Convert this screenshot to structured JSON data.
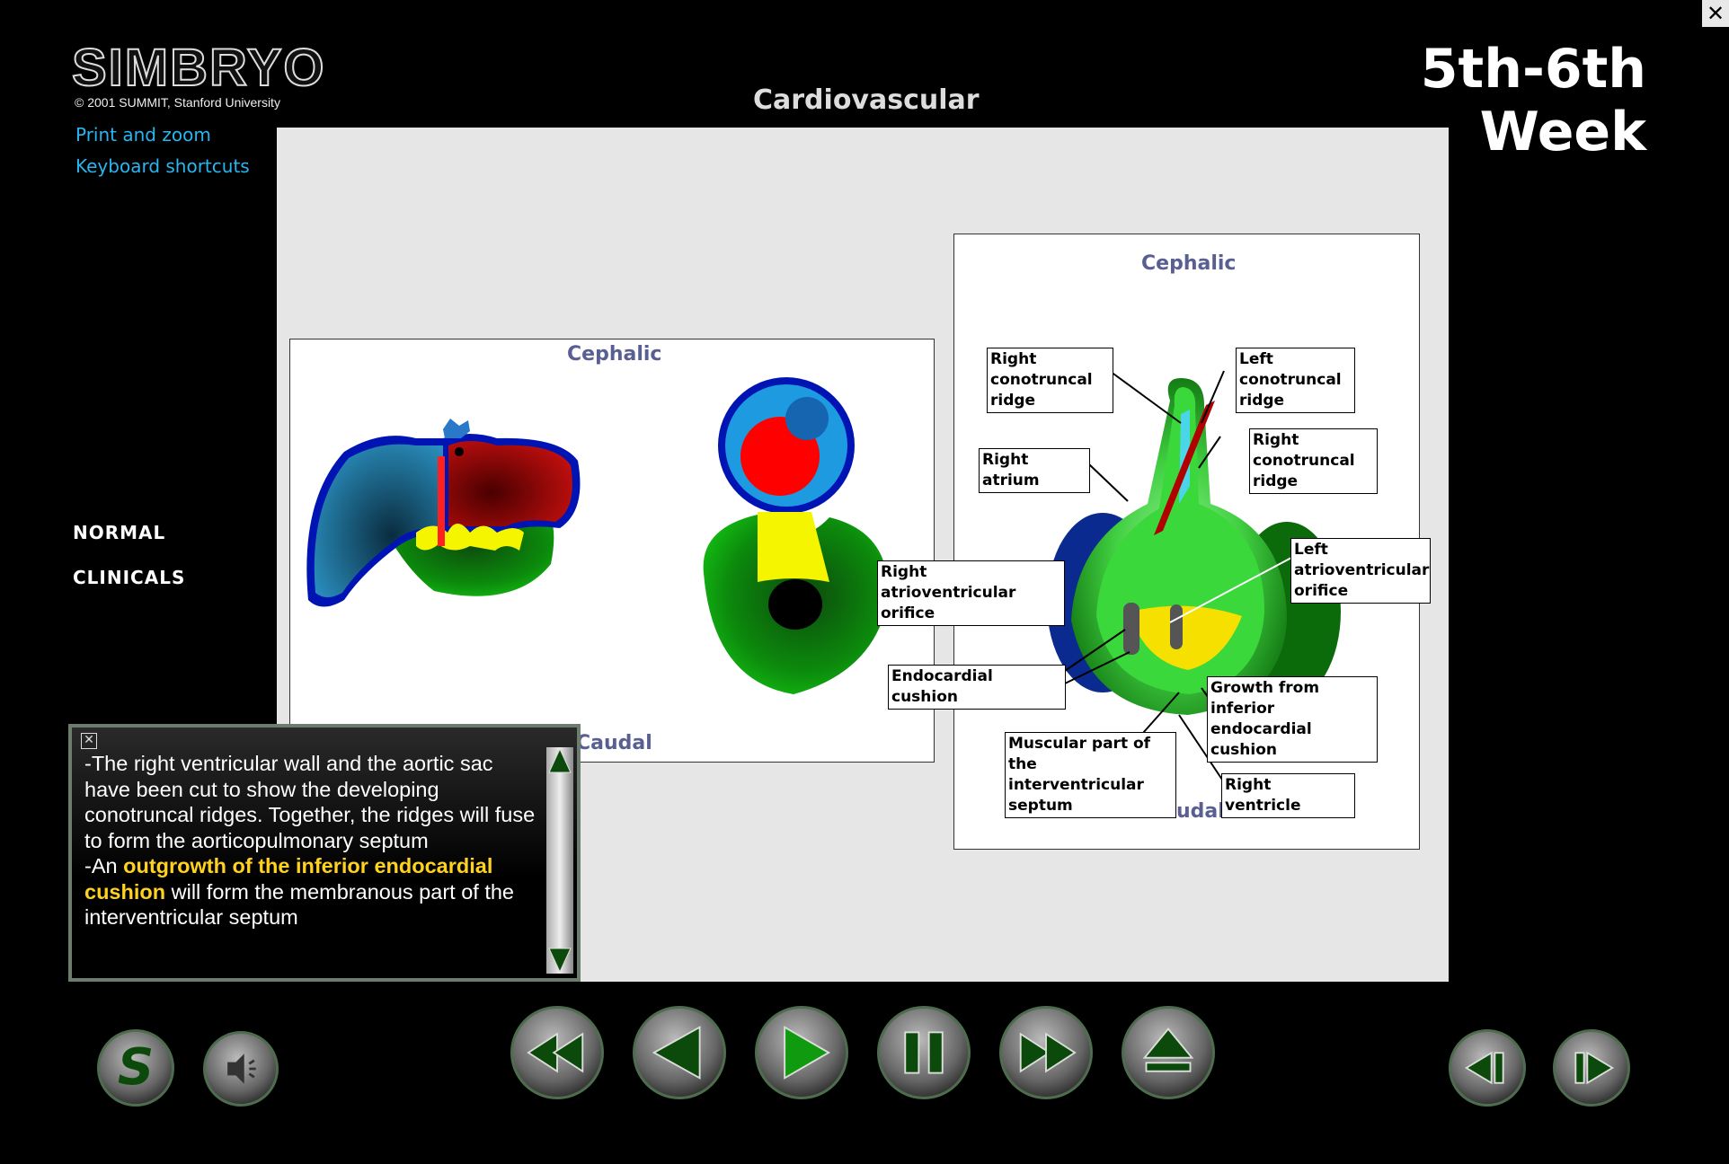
{
  "app": {
    "logo_text": "SIMBRYO",
    "copyright": "© 2001 SUMMIT, Stanford University",
    "close_label": "✕"
  },
  "menu": {
    "print_zoom": "Print and zoom",
    "keyboard_shortcuts": "Keyboard shortcuts"
  },
  "header": {
    "section_title": "Cardiovascular",
    "week_title": "5th-6th Week"
  },
  "sidebar": {
    "normal": "NORMAL",
    "clinicals": "CLINICALS"
  },
  "left_panel": {
    "top_label": "Cephalic",
    "bottom_label": "Caudal"
  },
  "right_panel": {
    "top_label": "Cephalic",
    "bottom_label": "Caudal",
    "callouts": {
      "right_conotruncal_1": "Right conotruncal ridge",
      "left_conotruncal": "Left conotruncal ridge",
      "right_atrium": "Right atrium",
      "right_conotruncal_2": "Right conotruncal ridge",
      "right_av_orifice": "Right atrioventricular orifice",
      "left_av_orifice": "Left atrioventricular orifice",
      "endocardial_cushion": "Endocardial cushion",
      "growth_inferior": "Growth from inferior endocardial cushion",
      "muscular_part": "Muscular part of the interventricular septum",
      "right_ventricle": "Right ventricle"
    }
  },
  "info": {
    "close": "✕",
    "line1": "-The right ventricular wall and the aortic sac have been cut to show the developing conotruncal ridges. Together, the ridges will fuse to form the aorticopulmonary septum",
    "line2_prefix": "-An ",
    "line2_highlight": "outgrowth of the inferior endocardial cushion",
    "line2_suffix": " will form the membranous part of the interventricular septum"
  },
  "controls": {
    "s_label": "S",
    "icons": [
      "sound-icon",
      "rewind-icon",
      "back-icon",
      "play-icon",
      "pause-icon",
      "fast-forward-icon",
      "eject-icon",
      "prev-frame-icon",
      "next-frame-icon"
    ]
  },
  "colors": {
    "link": "#27b6f0",
    "highlight": "#ffd21f",
    "panel_label": "#5a5f92",
    "stage_bg": "#e6e6e6"
  }
}
